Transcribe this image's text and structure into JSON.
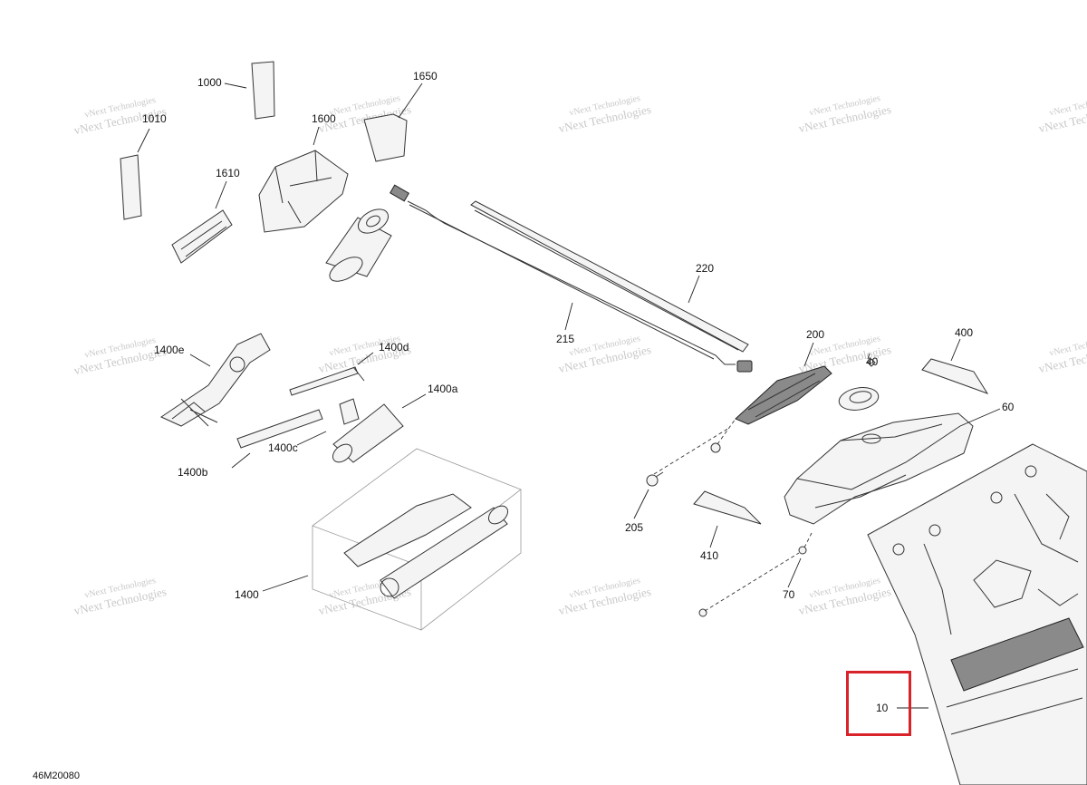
{
  "diagram": {
    "reference_code": "46M20080",
    "watermark": "vNext Technologies",
    "highlight_color": "#d9232a",
    "highlighted_callout": "10",
    "callouts": [
      "1000",
      "1010",
      "1650",
      "1600",
      "1610",
      "220",
      "215",
      "1400e",
      "1400d",
      "1400a",
      "1400c",
      "1400b",
      "1400",
      "200",
      "40",
      "400",
      "60",
      "205",
      "410",
      "70",
      "10"
    ]
  }
}
